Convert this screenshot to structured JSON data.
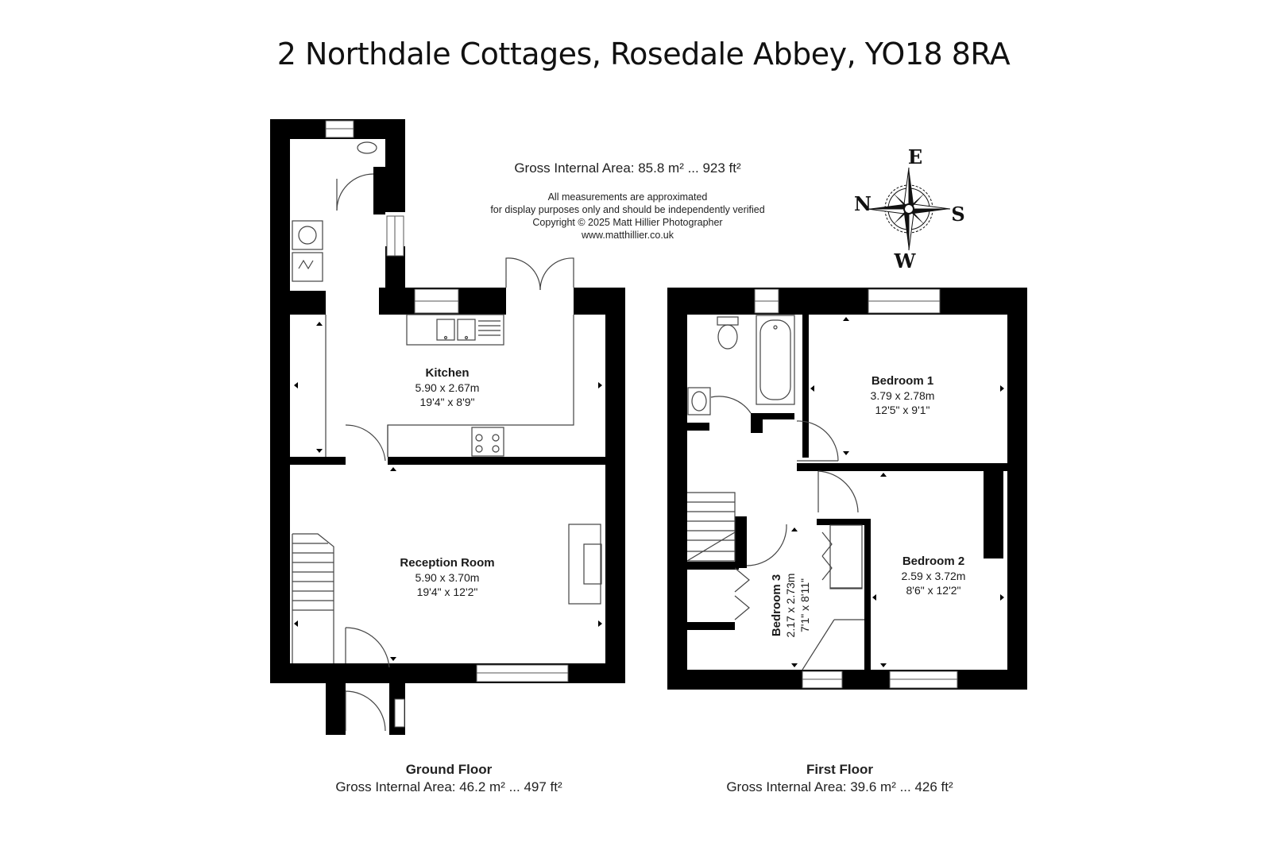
{
  "title": "2 Northdale Cottages, Rosedale Abbey, YO18 8RA",
  "total_area": "Gross Internal Area: 85.8 m² ... 923 ft²",
  "disclaimer": {
    "line1": "All measurements are approximated",
    "line2": "for display purposes only and should be independently verified",
    "line3": "Copyright © 2025 Matt Hillier Photographer",
    "line4": "www.matthillier.co.uk"
  },
  "compass": {
    "north": "N",
    "east": "E",
    "south": "S",
    "west": "W"
  },
  "ground_floor": {
    "name": "Ground Floor",
    "area": "Gross Internal Area: 46.2 m² ... 497 ft²",
    "kitchen": {
      "name": "Kitchen",
      "metric": "5.90 x 2.67m",
      "imperial": "19'4\" x 8'9\""
    },
    "reception": {
      "name": "Reception Room",
      "metric": "5.90 x 3.70m",
      "imperial": "19'4\" x 12'2\""
    }
  },
  "first_floor": {
    "name": "First Floor",
    "area": "Gross Internal Area: 39.6 m² ... 426 ft²",
    "bedroom1": {
      "name": "Bedroom 1",
      "metric": "3.79 x 2.78m",
      "imperial": "12'5\" x 9'1\""
    },
    "bedroom2": {
      "name": "Bedroom 2",
      "metric": "2.59 x 3.72m",
      "imperial": "8'6\" x 12'2\""
    },
    "bedroom3": {
      "name": "Bedroom 3",
      "metric": "2.17 x 2.73m",
      "imperial": "7'1\" x 8'11\""
    }
  },
  "colors": {
    "wall": "#000000",
    "line": "#444444",
    "background": "#ffffff"
  }
}
